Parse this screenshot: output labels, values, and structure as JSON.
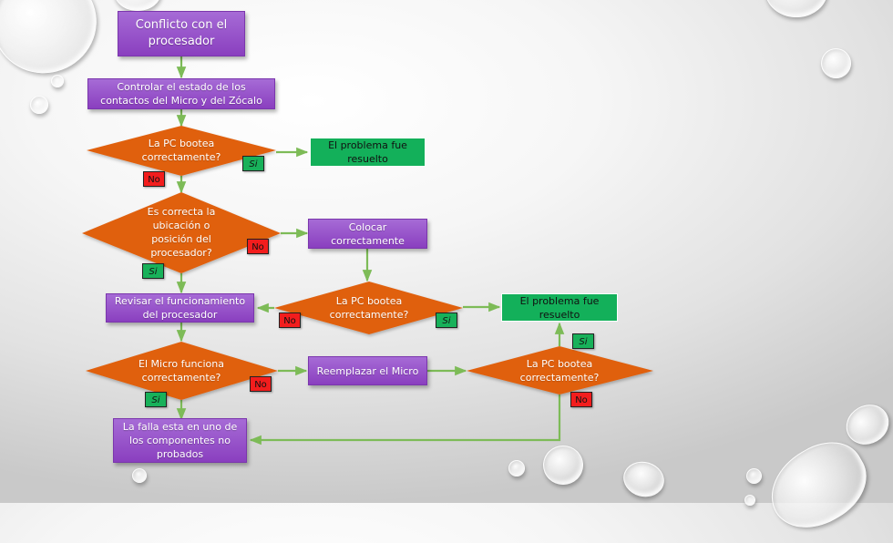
{
  "title": "Conflicto con el procesador",
  "colors": {
    "process": "#9650c8",
    "decision": "#e0600f",
    "resolved": "#13b05a",
    "yes_tag": "#18b15a",
    "no_tag": "#f21d1d",
    "connector": "#7dbb57"
  },
  "nodes": {
    "start": "Conflicto con el procesador",
    "check_contacts": "Controlar el estado de los contactos del Micro y del Zócalo",
    "decision_boot_1": "La PC bootea correctamente?",
    "resolved_1": "El problema fue resuelto",
    "decision_position": "Es correcta la ubicación o posición del procesador?",
    "place_correctly": "Colocar correctamente",
    "decision_boot_2": "La PC bootea correctamente?",
    "check_function": "Revisar el funcionamiento del procesador",
    "resolved_2": "El problema fue resuelto",
    "decision_micro": "El Micro funciona correctamente?",
    "replace_micro": "Reemplazar el Micro",
    "decision_boot_3": "La PC bootea correctamente?",
    "untested_components": "La falla esta en uno de los componentes no probados"
  },
  "labels": {
    "yes": "Si",
    "no": "No"
  }
}
